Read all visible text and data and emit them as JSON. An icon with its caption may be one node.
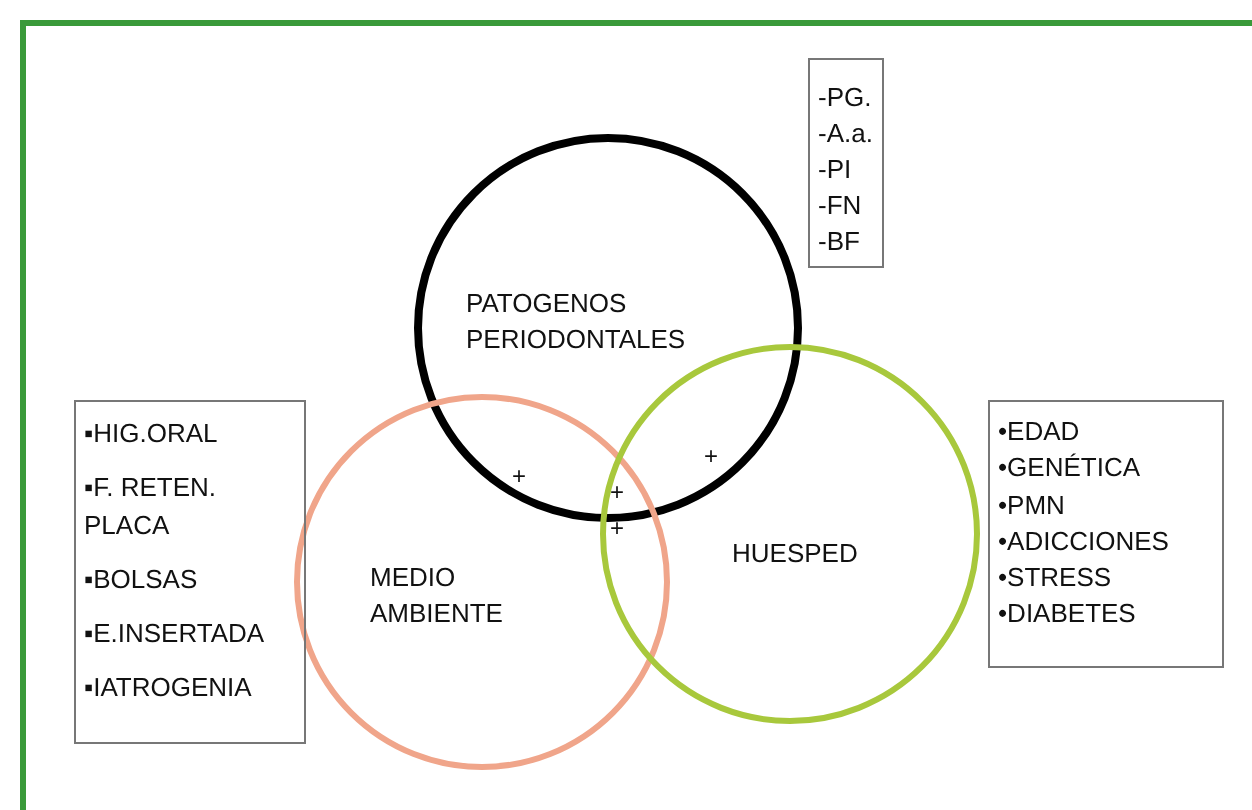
{
  "diagram": {
    "nodes": [
      {
        "text": [
          "PATOGENOS PERIODONTALES"
        ]
      },
      {
        "text": [
          "MEDIO AMBIENTE"
        ]
      },
      {
        "text": [
          "HUESPED"
        ]
      },
      {
        "text": [
          "-PG.",
          "-A.a.",
          "-PI",
          "-FN",
          "-BF"
        ]
      },
      {
        "text": [
          "▪HIG.ORAL",
          "▪F. RETEN. PLACA",
          "▪BOLSAS",
          "▪E.INSERTADA",
          "▪IATROGENIA"
        ]
      },
      {
        "text": [
          "•EDAD",
          "•GENÉTICA",
          "•PMN",
          "•ADICCIONES",
          "•STRESS",
          "•DIABETES"
        ]
      }
    ],
    "edges": [],
    "labels": [
      "+",
      "+",
      "+",
      "+"
    ]
  }
}
